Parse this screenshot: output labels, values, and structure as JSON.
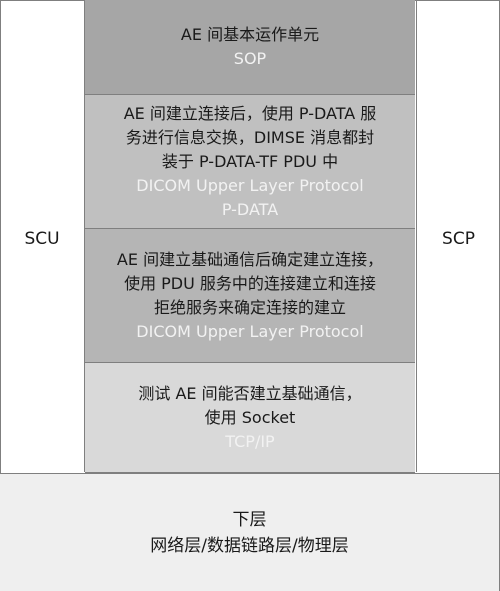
{
  "left_label": "SCU",
  "right_label": "SCP",
  "layers": [
    {
      "desc_lines": [
        "AE 间基本运作单元"
      ],
      "protocol_lines": [
        "SOP"
      ],
      "color": "#a6a6a6"
    },
    {
      "desc_lines": [
        "AE 间建立连接后，使用 P-DATA 服",
        "务进行信息交换，DIMSE 消息都封",
        "装于 P-DATA-TF PDU 中"
      ],
      "protocol_lines": [
        "DICOM Upper Layer Protocol",
        "P-DATA"
      ],
      "color": "#c0c0c0"
    },
    {
      "desc_lines": [
        "AE 间建立基础通信后确定建立连接，",
        "使用 PDU 服务中的连接建立和连接",
        "拒绝服务来确定连接的建立"
      ],
      "protocol_lines": [
        "DICOM Upper Layer Protocol"
      ],
      "color": "#b5b5b5"
    },
    {
      "desc_lines": [
        "测试 AE 间能否建立基础通信，",
        "使用 Socket"
      ],
      "protocol_lines": [
        "TCP/IP"
      ],
      "color": "#d9d9d9"
    }
  ],
  "lower": {
    "title": "下层",
    "subtitle": "网络层/数据链路层/物理层"
  }
}
